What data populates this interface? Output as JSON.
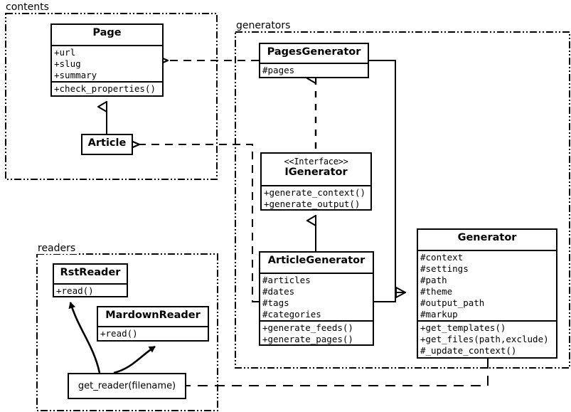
{
  "diagram": {
    "title": "UML class diagram",
    "stroke_color": "#000000",
    "background_color": "#ffffff"
  },
  "packages": [
    {
      "name": "contents",
      "label": "contents"
    },
    {
      "name": "generators",
      "label": "generators"
    },
    {
      "name": "readers",
      "label": "readers"
    }
  ],
  "classes": {
    "page": {
      "name": "Page",
      "attributes": [
        "+url",
        "+slug",
        "+summary"
      ],
      "methods": [
        "+check_properties()"
      ]
    },
    "article": {
      "name": "Article",
      "attributes": [],
      "methods": []
    },
    "pages_generator": {
      "name": "PagesGenerator",
      "attributes": [
        "#pages"
      ],
      "methods": []
    },
    "igenerator": {
      "stereotype": "<<Interface>>",
      "name": "IGenerator",
      "attributes": [],
      "methods": [
        "+generate_context()",
        "+generate_output()"
      ]
    },
    "article_generator": {
      "name": "ArticleGenerator",
      "attributes": [
        "#articles",
        "#dates",
        "#tags",
        "#categories"
      ],
      "methods": [
        "+generate_feeds()",
        "+generate_pages()"
      ]
    },
    "generator": {
      "name": "Generator",
      "attributes": [
        "#context",
        "#settings",
        "#path",
        "#theme",
        "#output_path",
        "#markup"
      ],
      "methods": [
        "+get_templates()",
        "+get_files(path,exclude)",
        "#_update_context()"
      ]
    },
    "rst_reader": {
      "name": "RstReader",
      "attributes": [],
      "methods": [
        "+read()"
      ]
    },
    "mardown_reader": {
      "name": "MardownReader",
      "attributes": [],
      "methods": [
        "+read()"
      ]
    }
  },
  "functions": {
    "get_reader": {
      "label": "get_reader(filename)"
    }
  },
  "relations": [
    {
      "name": "article-inherits-page",
      "type": "generalization",
      "from": "Article",
      "to": "Page"
    },
    {
      "name": "pagesgenerator-realizes-igenerator",
      "type": "realization",
      "from": "PagesGenerator",
      "to": "IGenerator"
    },
    {
      "name": "articlegenerator-implements-igenerator",
      "type": "generalization",
      "from": "ArticleGenerator",
      "to": "IGenerator"
    },
    {
      "name": "pagesgenerator-inherits-generator",
      "type": "generalization",
      "from": "PagesGenerator",
      "to": "Generator"
    },
    {
      "name": "articlegenerator-inherits-generator",
      "type": "generalization",
      "from": "ArticleGenerator",
      "to": "Generator"
    },
    {
      "name": "pagesgenerator-uses-page",
      "type": "dependency",
      "from": "PagesGenerator",
      "to": "Page"
    },
    {
      "name": "articlegenerator-uses-article",
      "type": "dependency",
      "from": "ArticleGenerator",
      "to": "Article"
    },
    {
      "name": "generator-uses-get-reader",
      "type": "dependency",
      "from": "Generator",
      "to": "get_reader(filename)"
    },
    {
      "name": "get-reader-returns-rstreader",
      "type": "association",
      "from": "get_reader(filename)",
      "to": "RstReader"
    },
    {
      "name": "get-reader-returns-mardownreader",
      "type": "association",
      "from": "get_reader(filename)",
      "to": "MardownReader"
    }
  ]
}
